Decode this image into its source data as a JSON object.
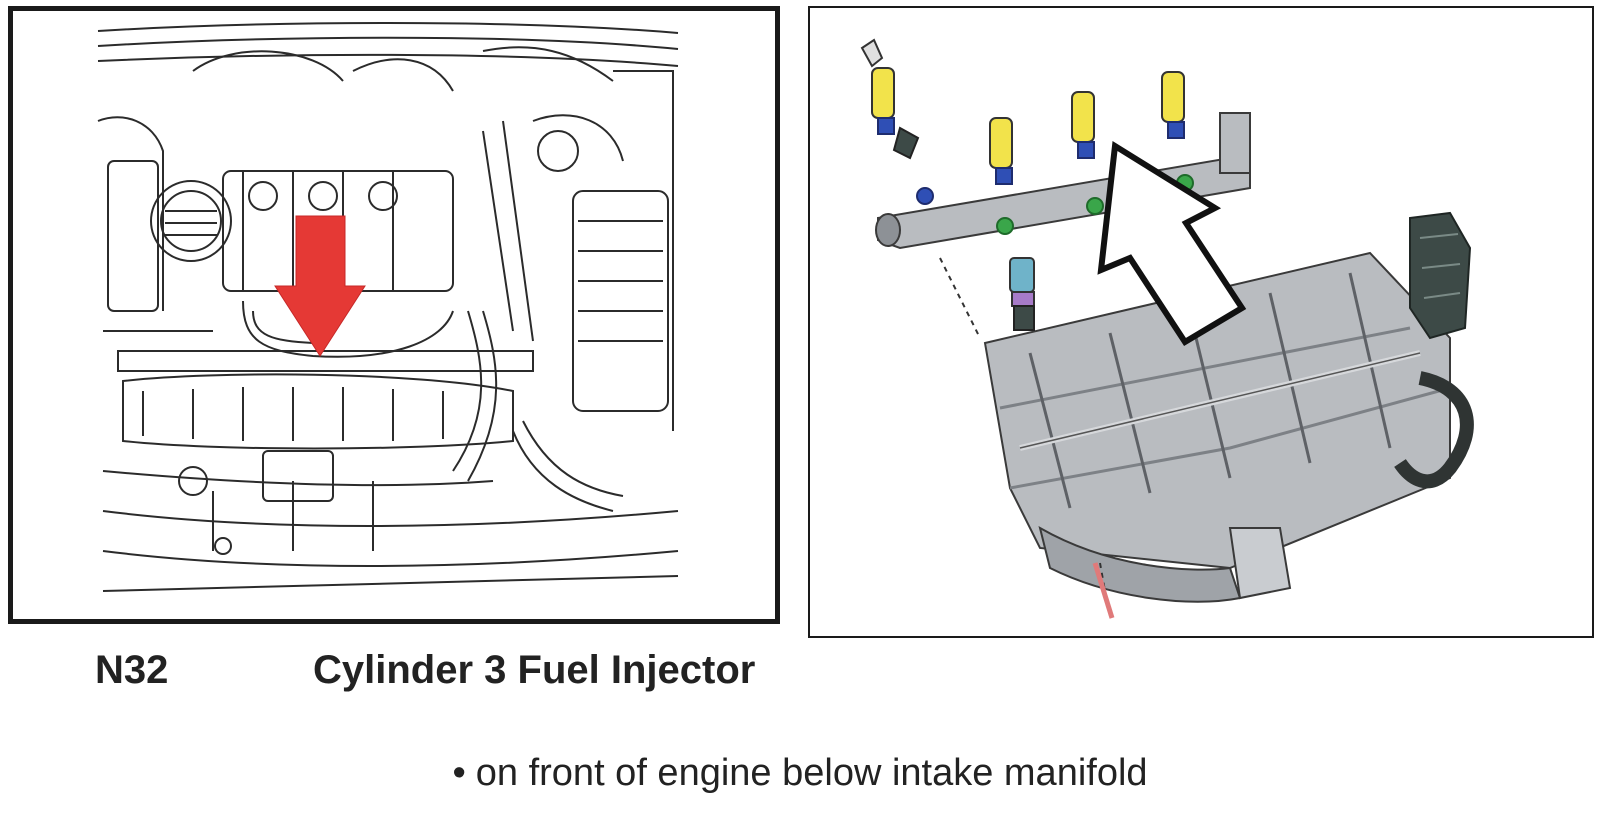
{
  "caption": {
    "component_code": "N32",
    "component_name": "Cylinder 3 Fuel Injector"
  },
  "location": {
    "bullet": "•",
    "text": "on front of engine below intake manifold"
  },
  "colors": {
    "indicator_arrow": "#e53935",
    "line_art": "#2b2b2b",
    "injector_yellow": "#f2e34b",
    "injector_blue": "#2f4fb5",
    "oring_green": "#3aa64a",
    "metal_gray": "#b9bcc0",
    "connector_dark": "#3d4a47"
  },
  "icons": [
    "down-arrow-icon",
    "up-right-arrow-icon"
  ]
}
